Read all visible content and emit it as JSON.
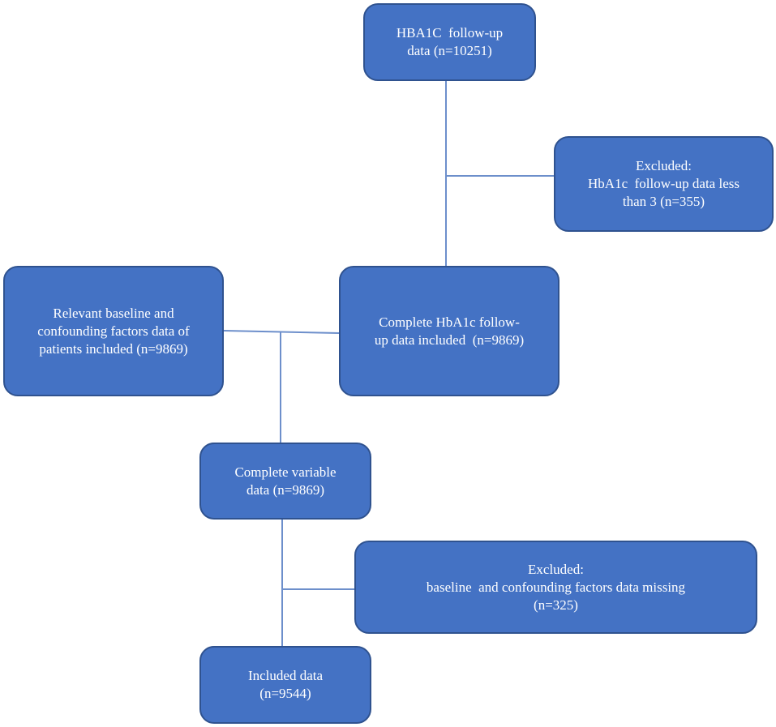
{
  "nodes": {
    "hba1c_followup": {
      "lines": [
        "HBA1C  follow-up",
        "data (n=10251)"
      ]
    },
    "excluded_first": {
      "lines": [
        "Excluded:",
        "HbA1c  follow-up data less",
        "than 3 (n=355)"
      ]
    },
    "baseline_confounding": {
      "lines": [
        "Relevant baseline and",
        "confounding factors data of",
        "patients included (n=9869)"
      ]
    },
    "complete_hba1c": {
      "lines": [
        "Complete HbA1c follow-",
        "up data included  (n=9869)"
      ]
    },
    "complete_variable": {
      "lines": [
        "Complete variable",
        "data (n=9869)"
      ]
    },
    "excluded_second": {
      "lines": [
        "Excluded:",
        "baseline  and confounding factors data missing",
        "(n=325)"
      ]
    },
    "included_data": {
      "lines": [
        "Included data",
        "(n=9544)"
      ]
    }
  },
  "colors": {
    "box_fill": "#4472c4",
    "box_border": "#2f528f",
    "connector": "#6d8fcb",
    "text": "#ffffff"
  }
}
